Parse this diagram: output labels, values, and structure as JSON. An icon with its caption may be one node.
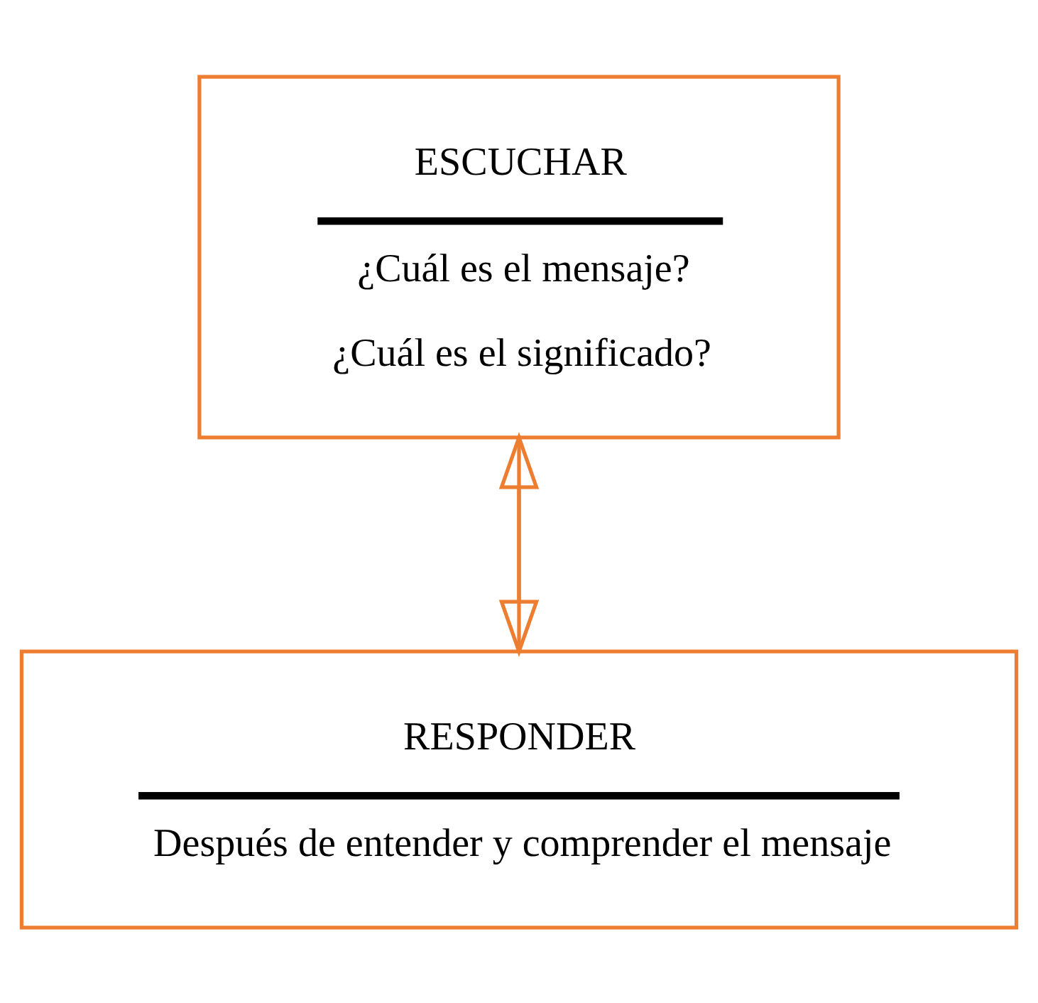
{
  "diagram": {
    "nodes": [
      {
        "text": [
          "ESCUCHAR",
          "¿Cuál es el mensaje?",
          "¿Cuál es el significado?"
        ]
      },
      {
        "text": [
          "RESPONDER",
          "Después de entender y comprender el mensaje"
        ]
      }
    ],
    "edges": [
      {
        "from": 0,
        "to": 1,
        "arrow": "to"
      },
      {
        "from": 1,
        "to": 0,
        "arrow": "to"
      }
    ]
  }
}
